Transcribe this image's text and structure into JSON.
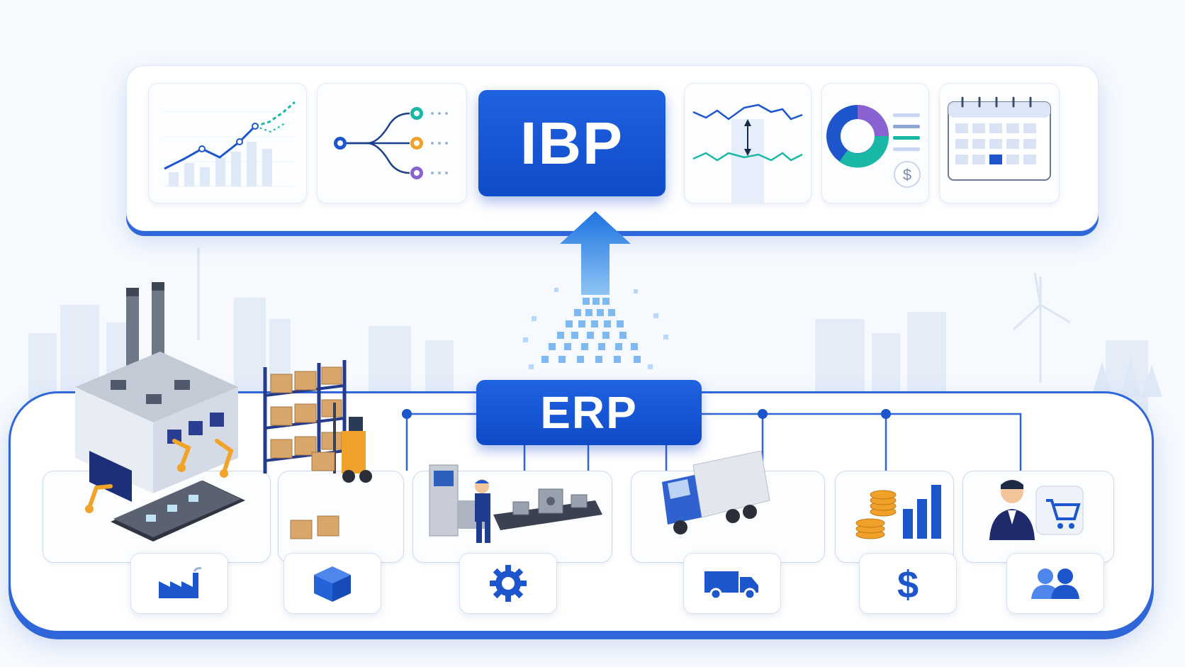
{
  "top_panel": {
    "label": "IBP",
    "cards": [
      {
        "name": "forecast-trend-chart"
      },
      {
        "name": "scenario-branch-diagram"
      },
      {
        "name": "demand-supply-gap-chart"
      },
      {
        "name": "donut-finance-summary"
      },
      {
        "name": "planning-calendar"
      }
    ]
  },
  "base_panel": {
    "label": "ERP",
    "modules": [
      {
        "name": "manufacturing",
        "icon": "factory-icon"
      },
      {
        "name": "inventory",
        "icon": "box-icon"
      },
      {
        "name": "production",
        "icon": "gear-icon"
      },
      {
        "name": "logistics",
        "icon": "truck-icon"
      },
      {
        "name": "finance",
        "icon": "dollar-icon"
      },
      {
        "name": "sales-customers",
        "icon": "people-icon"
      }
    ]
  },
  "colors": {
    "primary": "#1559d6",
    "accent_teal": "#19b8a6",
    "accent_purple": "#8a63d2",
    "accent_orange": "#f0a12a",
    "background": "#f6f9fe"
  }
}
